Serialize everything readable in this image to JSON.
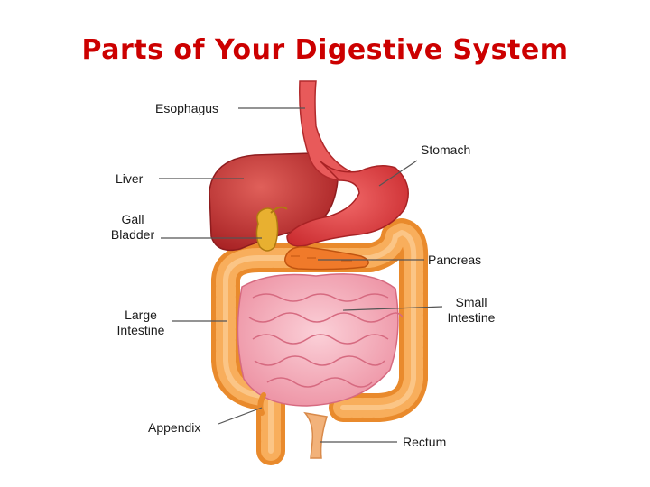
{
  "title": "Parts of Your Digestive System",
  "colors": {
    "title": "#cc0000",
    "label_text": "#1a1a1a",
    "leader_line": "#555555",
    "liver": "#c8302e",
    "stomach": "#e0484a",
    "small_intestine": "#f4a3b0",
    "large_intestine": "#f59a3a",
    "pancreas": "#f07a2a",
    "gall_bladder": "#e8b030",
    "rectum": "#f2b27a"
  },
  "labels": {
    "esophagus": "Esophagus",
    "stomach": "Stomach",
    "liver": "Liver",
    "gall_bladder_line1": "Gall",
    "gall_bladder_line2": "Bladder",
    "pancreas": "Pancreas",
    "large_intestine_line1": "Large",
    "large_intestine_line2": "Intestine",
    "small_intestine_line1": "Small",
    "small_intestine_line2": "Intestine",
    "appendix": "Appendix",
    "rectum": "Rectum"
  }
}
